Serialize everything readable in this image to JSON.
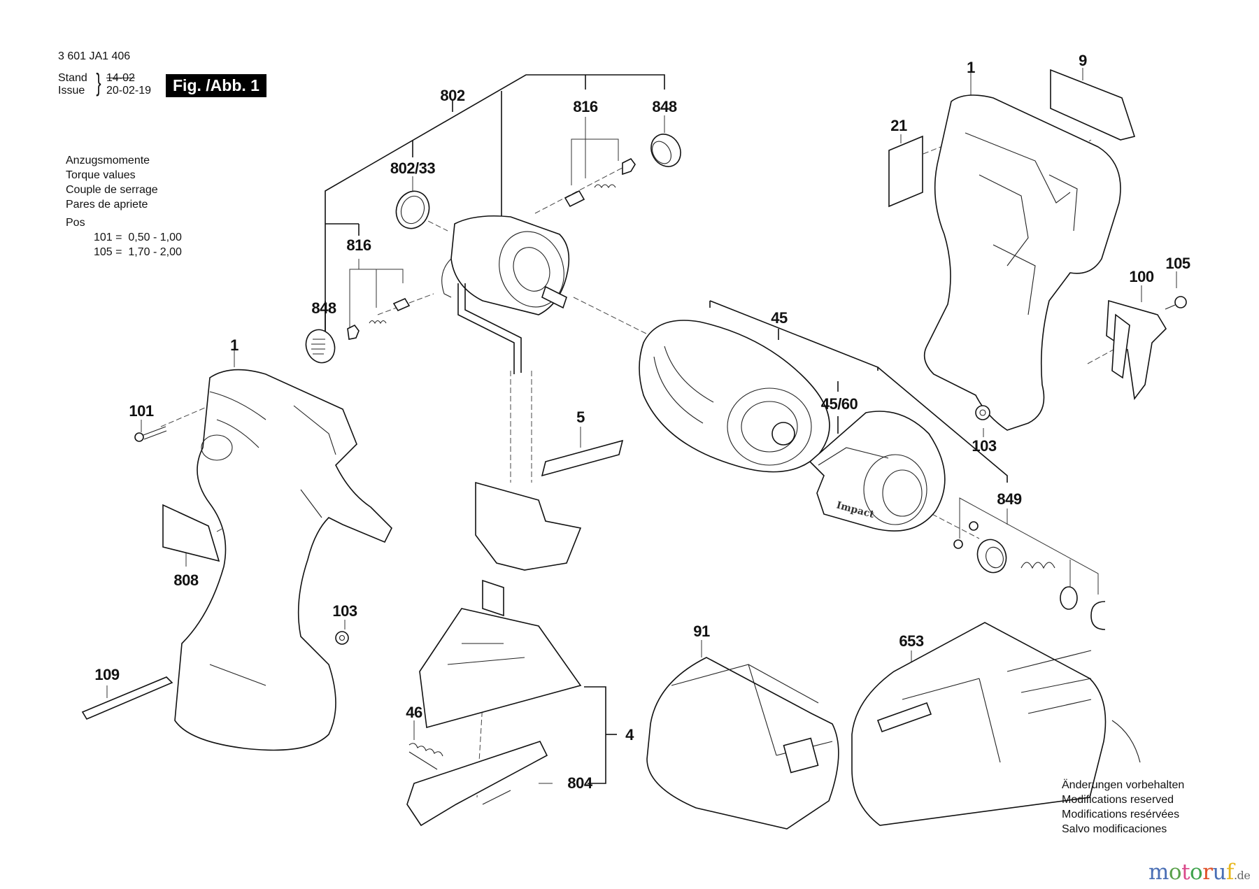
{
  "header": {
    "doc_number": "3 601 JA1 406",
    "stand_label": "Stand",
    "issue_label": "Issue",
    "stand_date": "14-02",
    "issue_date": "20-02-19",
    "figure_label": "Fig. /Abb. 1"
  },
  "torque_table": {
    "headings": [
      "Anzugsmomente",
      "Torque values",
      "Couple de serrage",
      "Pares de apriete"
    ],
    "pos_label": "Pos",
    "rows": [
      {
        "pos": "101",
        "range": "0,50 - 1,00"
      },
      {
        "pos": "105",
        "range": "1,70 - 2,00"
      }
    ]
  },
  "part_labels": {
    "p802": "802",
    "p802_33": "802/33",
    "p816_top": "816",
    "p848_top": "848",
    "p816_left": "816",
    "p848_left": "848",
    "p1_right": "1",
    "p9": "9",
    "p21": "21",
    "p100": "100",
    "p105": "105",
    "p45": "45",
    "p45_60": "45/60",
    "p103_right": "103",
    "p849": "849",
    "p1_left": "1",
    "p101": "101",
    "p808": "808",
    "p103_left": "103",
    "p109": "109",
    "p5": "5",
    "p4": "4",
    "p46": "46",
    "p804": "804",
    "p91": "91",
    "p653": "653"
  },
  "embossed_text": {
    "gear_cover": "Impact"
  },
  "footer": {
    "notes": [
      "Änderungen vorbehalten",
      "Modifications reserved",
      "Modifications resérvées",
      "Salvo modificaciones"
    ]
  },
  "logo": {
    "letters": [
      {
        "ch": "m",
        "color": "#4a6fb5"
      },
      {
        "ch": "o",
        "color": "#5aa04a"
      },
      {
        "ch": "t",
        "color": "#d9488a"
      },
      {
        "ch": "o",
        "color": "#3fa34d"
      },
      {
        "ch": "r",
        "color": "#e0522a"
      },
      {
        "ch": "u",
        "color": "#4a6fb5"
      },
      {
        "ch": "f",
        "color": "#e8b820"
      }
    ],
    "suffix": ".de"
  }
}
